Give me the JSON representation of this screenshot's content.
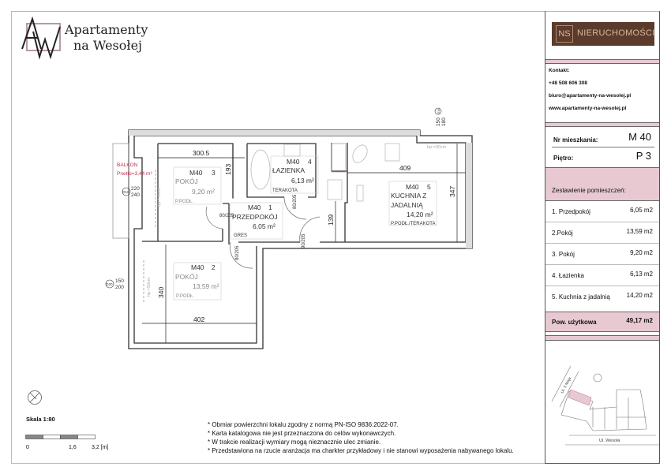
{
  "logo": {
    "line1": "Apartamenty",
    "line2": "na Wesołej",
    "monogram": "AW"
  },
  "agency": {
    "initials": "NS",
    "name": "NIERUCHOMOŚCI"
  },
  "contact": {
    "label": "Kontakt:",
    "phone": "+48 508 606 308",
    "email": "biuro@apartamenty-na-wesolej.pl",
    "website": "www.apartamenty-na-wesolej.pl"
  },
  "apartment": {
    "number_label": "Nr mieszkania:",
    "number": "M 40",
    "floor_label": "Piętro:",
    "floor": "P 3"
  },
  "summary": {
    "title": "Zestawienie pomieszczeń:",
    "rooms": [
      {
        "name": "1. Przedpokój",
        "area": "6,05 m2"
      },
      {
        "name": "2.Pokój",
        "area": "13,59 m2"
      },
      {
        "name": "3. Pokój",
        "area": "9,20 m2"
      },
      {
        "name": "4. Łazienka",
        "area": "6,13 m2"
      },
      {
        "name": "5. Kuchnia z jadalnią",
        "area": "14,20 m2"
      }
    ],
    "total_label": "Pow. użytkowa",
    "total": "49,17 m2"
  },
  "plan": {
    "rooms": [
      {
        "code": "M40",
        "no": "3",
        "name": "POKÓJ",
        "area": "9,20 m²",
        "floor": "P.PODŁ."
      },
      {
        "code": "M40",
        "no": "4",
        "name": "ŁAZIENKA",
        "area": "6,13 m²",
        "floor": "TERAKOTA"
      },
      {
        "code": "M40",
        "no": "1",
        "name": "PRZEDPOKÓJ",
        "area": "6,05 m²",
        "floor": "GRES"
      },
      {
        "code": "M40",
        "no": "5",
        "name": "KUCHNIA Z",
        "name2": "JADALNIĄ",
        "area": "14,20 m²",
        "floor": "P.PODŁ./TERAKOTA"
      },
      {
        "code": "M40",
        "no": "2",
        "name": "POKÓJ",
        "area": "13,59 m²",
        "floor": "P.PODŁ."
      }
    ],
    "dimensions": {
      "d1": "300.5",
      "d2": "193",
      "d3": "409",
      "d4": "347",
      "d5": "139",
      "d6": "340",
      "d7": "402"
    },
    "balcony": {
      "label": "BALKON",
      "area": "Pnetto=3,44 m²"
    },
    "windows": [
      {
        "tag": "O10",
        "top": "220",
        "bottom": "240",
        "sill": "hp.=70cm"
      },
      {
        "tag": "O20",
        "top": "150",
        "bottom": "200",
        "sill": "hp.=50cm"
      },
      {
        "tag": "O16",
        "top": "150",
        "bottom": "180",
        "sill": "hp.=90cm"
      }
    ],
    "doors": [
      "80/205",
      "80/205",
      "80/205",
      "90/205"
    ]
  },
  "scale": {
    "label": "Skala 1:80",
    "ticks": [
      "0",
      "1,6",
      "3,2 [m]"
    ]
  },
  "notes": [
    "* Obmiar powierzchni lokalu zgodny z normą PN-ISO 9836:2022-07.",
    "* Karta katalogowa nie jest przeznaczona do celów wykonawczych.",
    "* W trakcie realizacji wymiary mogą nieznacznie ulec zmianie.",
    "* Przedstawiona na rzucie aranżacja ma charkter przykładowy i nie stanowi wyposażenia nabywanego lokalu."
  ],
  "site_map": {
    "street1": "Ul. 3 Maja",
    "street2": "Ul. Wesoła"
  },
  "colors": {
    "accent_pink": "#e8c9d2",
    "brand_brown": "#5b3b2c",
    "balcony_red": "#c0304a"
  }
}
